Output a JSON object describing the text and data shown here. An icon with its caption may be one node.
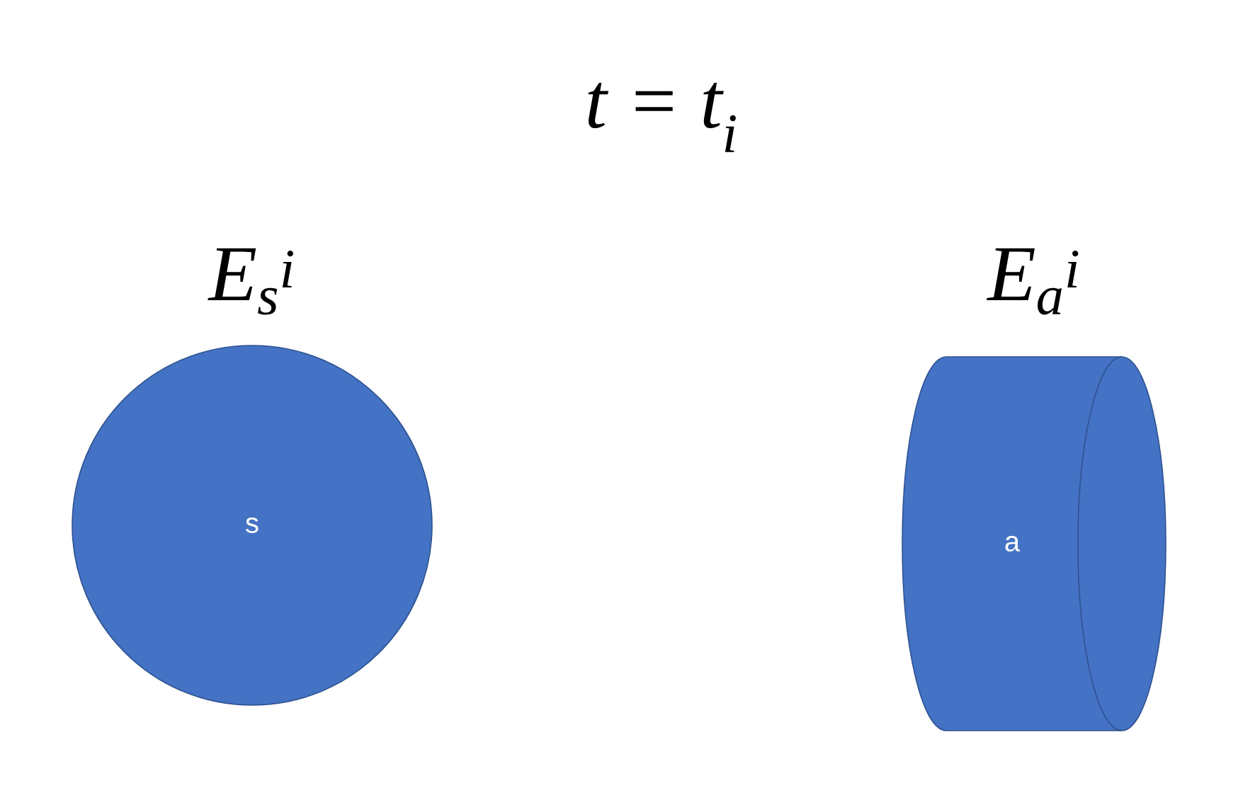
{
  "diagram": {
    "title": "t = t$_{i}$",
    "nodes": [
      {
        "text": [
          "E$_{s}$$^{i}$",
          "s"
        ]
      },
      {
        "text": [
          "E$_{a}$$^{i}$",
          "a"
        ]
      }
    ]
  }
}
